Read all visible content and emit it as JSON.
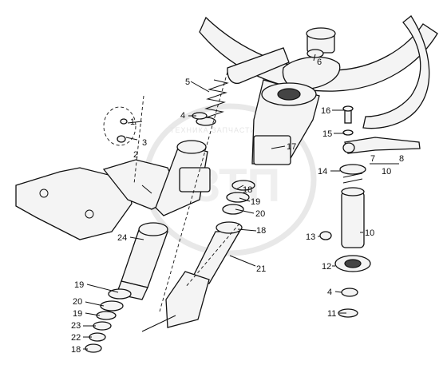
{
  "watermark": {
    "text": "ТЕХНИКА ЗАПЧАСТИ",
    "logo": "ЗТП"
  },
  "callouts": {
    "c1": "1",
    "c2": "2",
    "c3": "3",
    "c4": "4",
    "c4b": "4",
    "c5": "5",
    "c6": "6",
    "c7": "7",
    "c8": "8",
    "c10": "10",
    "c10b": "10",
    "c11": "11",
    "c12": "12",
    "c13": "13",
    "c14": "14",
    "c15": "15",
    "c16": "16",
    "c17": "17",
    "c18": "18",
    "c18b": "18",
    "c18c": "18",
    "c19": "19",
    "c19b": "19",
    "c19c": "19",
    "c20": "20",
    "c20b": "20",
    "c21": "21",
    "c22": "22",
    "c23": "23",
    "c24": "24"
  }
}
